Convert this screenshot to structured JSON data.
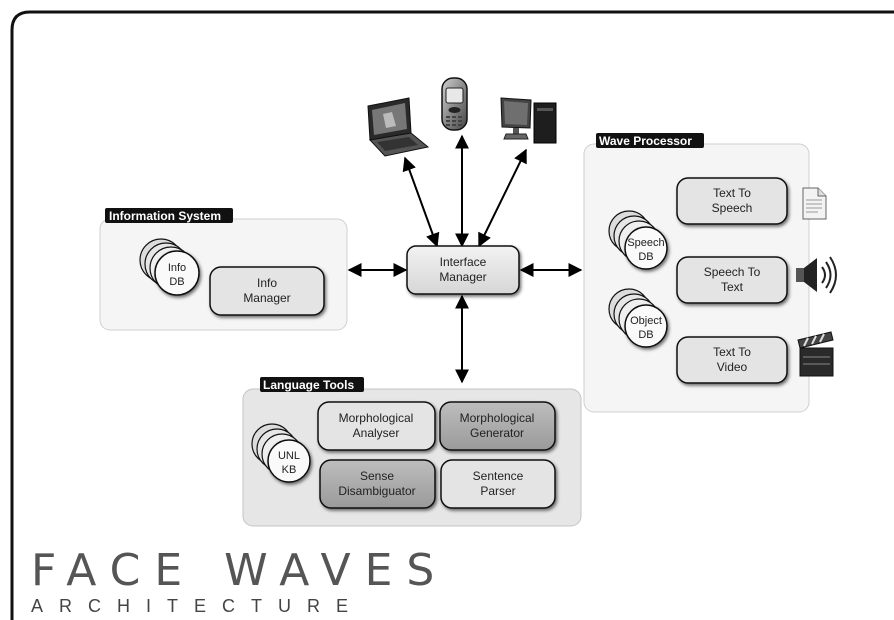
{
  "groups": {
    "information_system": "Information System",
    "wave_processor": "Wave Processor",
    "language_tools": "Language Tools"
  },
  "boxes": {
    "interface_manager": [
      "Interface",
      "Manager"
    ],
    "info_manager": [
      "Info",
      "Manager"
    ],
    "text_to_speech": [
      "Text To",
      "Speech"
    ],
    "speech_to_text": [
      "Speech To",
      "Text"
    ],
    "text_to_video": [
      "Text To",
      "Video"
    ],
    "morph_analyser": [
      "Morphological",
      "Analyser"
    ],
    "morph_generator": [
      "Morphological",
      "Generator"
    ],
    "sense_disambiguator": [
      "Sense",
      "Disambiguator"
    ],
    "sentence_parser": [
      "Sentence",
      "Parser"
    ]
  },
  "databases": {
    "info_db": [
      "Info",
      "DB"
    ],
    "speech_db": [
      "Speech",
      "DB"
    ],
    "object_db": [
      "Object",
      "DB"
    ],
    "unl_kb": [
      "UNL",
      "KB"
    ]
  },
  "footer": {
    "title": "FACE WAVES",
    "subtitle": "ARCHITECTURE"
  },
  "icons": [
    "laptop-icon",
    "mobile-phone-icon",
    "desktop-computer-icon",
    "document-icon",
    "speaker-icon",
    "clapperboard-icon"
  ]
}
